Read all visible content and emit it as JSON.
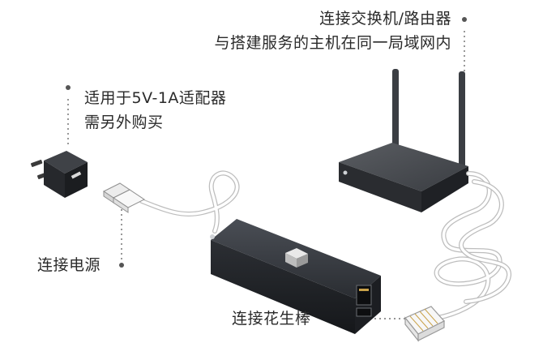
{
  "labels": {
    "router": {
      "line1": "连接交换机/路由器",
      "line2": "与搭建服务的主机在同一局域网内"
    },
    "adapter": {
      "line1": "适用于5V-1A适配器",
      "line2": "需另外购买"
    },
    "power": "连接电源",
    "device": "连接花生棒"
  },
  "colors": {
    "text": "#2a2a2a",
    "device_body": "#2b2e33",
    "cable": "#ffffff",
    "cable_outline": "#bfbfbf",
    "leader_dot": "#555555"
  }
}
